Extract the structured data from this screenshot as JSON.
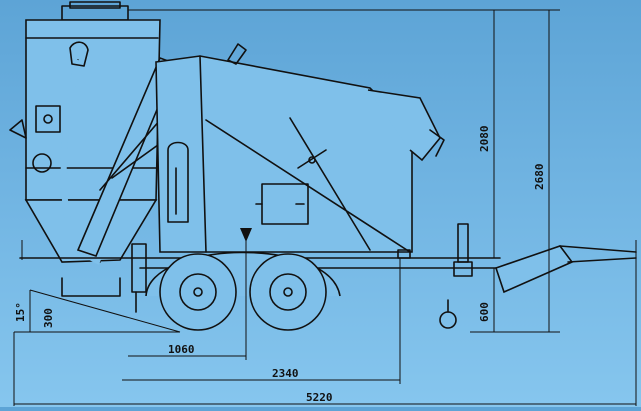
{
  "dimensions": {
    "height_total": "2680",
    "height_body": "2080",
    "ground_clearance": "600",
    "hitch_height": "300",
    "angle": "15°",
    "length_front": "1060",
    "length_axle": "2340",
    "length_total": "5220"
  }
}
